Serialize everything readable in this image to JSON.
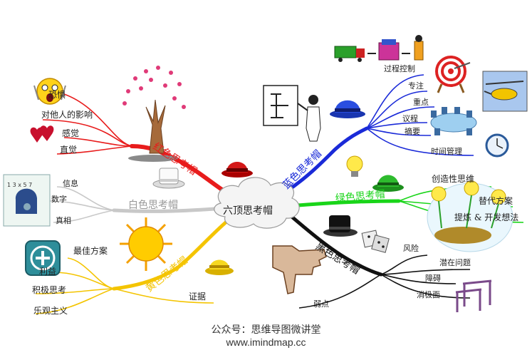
{
  "center": {
    "label": "六顶思考帽"
  },
  "branches": {
    "red": {
      "label": "红色思考帽",
      "color": "#e81c1c",
      "items": [
        "恐惧",
        "对他人的影响",
        "感觉",
        "直觉"
      ]
    },
    "white": {
      "label": "白色思考帽",
      "color": "#bfbfbf",
      "items": [
        "信息",
        "数字",
        "真相"
      ]
    },
    "yellow": {
      "label": "黄色思考帽",
      "color": "#f4c400",
      "items": [
        "最佳方案",
        "利益",
        "积极思考",
        "乐观主义",
        "证据"
      ]
    },
    "blue": {
      "label": "蓝色思考帽",
      "color": "#1a2ad8",
      "items": [
        "过程控制",
        "专注",
        "重点",
        "议程",
        "摘要",
        "时间管理"
      ]
    },
    "green": {
      "label": "绿色思考帽",
      "color": "#19d519",
      "items": [
        "创造性思维",
        "替代方案",
        "提炼 & 开发想法"
      ]
    },
    "black": {
      "label": "黑色思考帽",
      "color": "#111111",
      "items": [
        "风险",
        "潜在问题",
        "障碍",
        "消极面",
        "弱点"
      ]
    }
  },
  "footer": {
    "line1": "公众号：思维导图微讲堂",
    "line2": "www.imindmap.cc"
  },
  "icons": [
    "red-hat-icon",
    "white-hat-icon",
    "yellow-hat-icon",
    "blue-hat-icon",
    "green-hat-icon",
    "black-hat-icon",
    "tree-with-hearts-icon",
    "scared-face-icon",
    "hearts-icon",
    "numbers-head-icon",
    "plus-sign-icon",
    "sun-icon",
    "flowchart-presenter-icon",
    "process-trucks-icon",
    "target-icon",
    "helicopter-icon",
    "meeting-table-icon",
    "clock-icon",
    "lightbulb-icon",
    "sprouting-bulbs-icon",
    "dice-icon",
    "thumbs-down-icon",
    "hurdles-icon"
  ]
}
